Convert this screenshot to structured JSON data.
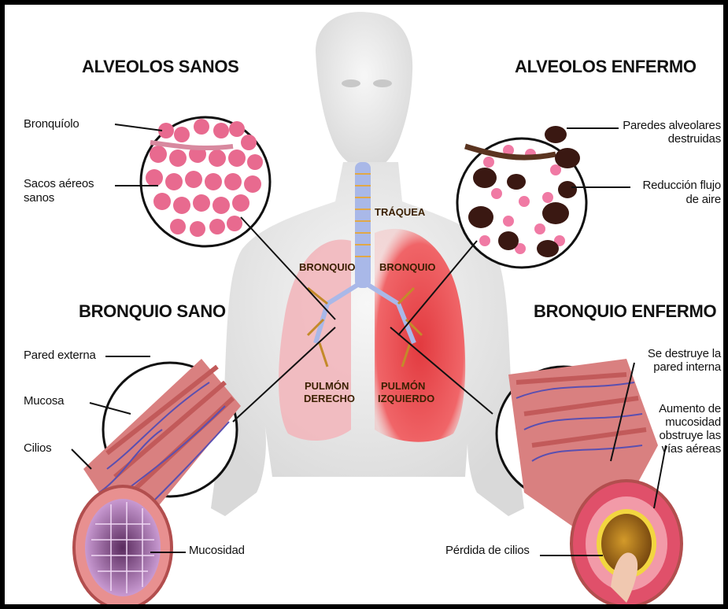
{
  "titles": {
    "healthy_alveoli": "ALVEOLOS SANOS",
    "sick_alveoli": "ALVEOLOS ENFERMO",
    "healthy_bronchus": "BRONQUIO SANO",
    "sick_bronchus": "BRONQUIO ENFERMO"
  },
  "left_labels": {
    "bronchiole": "Bronquíolo",
    "air_sacs_1": "Sacos aéreos",
    "air_sacs_2": "sanos",
    "outer_wall": "Pared externa",
    "mucosa": "Mucosa",
    "cilia": "Cilios",
    "mucus": "Mucosidad"
  },
  "right_labels": {
    "walls_1": "Paredes alveolares",
    "walls_2": "destruidas",
    "airflow_1": "Reducción flujo",
    "airflow_2": "de aire",
    "inner_wall_1": "Se destruye la",
    "inner_wall_2": "pared interna",
    "mucus_1": "Aumento de",
    "mucus_2": "mucosidad",
    "mucus_3": "obstruye las",
    "mucus_4": "vías aéreas",
    "cilia_loss": "Pérdida de cilios"
  },
  "organ_labels": {
    "trachea": "TRÁQUEA",
    "bronchus_left": "BRONQUIO",
    "bronchus_right": "BRONQUIO",
    "right_lung_1": "PULMÓN",
    "right_lung_2": "DERECHO",
    "left_lung_1": "PULMÓN",
    "left_lung_2": "IZQUIERDO"
  },
  "colors": {
    "healthy_lung": "#f2b7bd",
    "sick_lung": "#e8343a",
    "alveoli": "#e86a8f",
    "diseased_tissue": "#3a1812",
    "bronchus_outer": "#d98080",
    "vessels": "#5a4fb0"
  }
}
